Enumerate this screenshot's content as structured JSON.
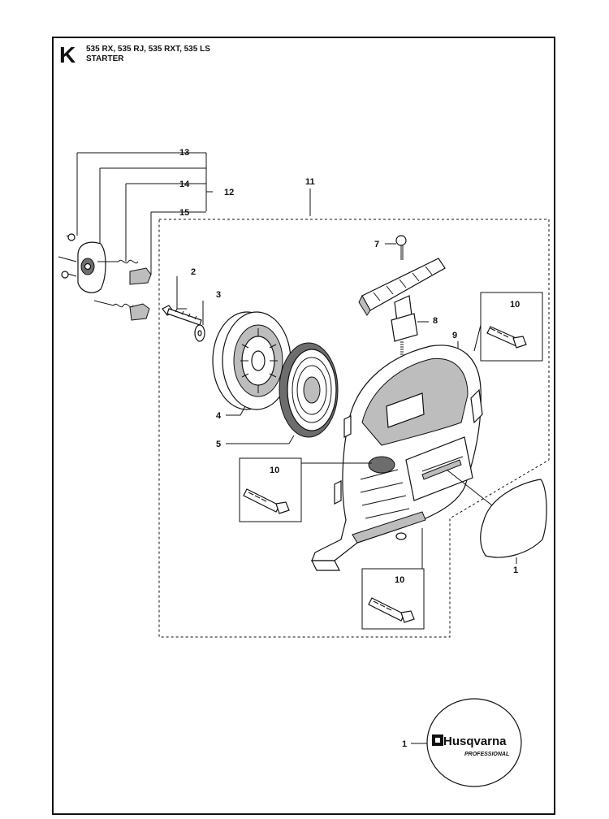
{
  "header": {
    "section_letter": "K",
    "models": "535 RX, 535 RJ, 535 RXT, 535 LS",
    "title": "STARTER"
  },
  "callouts": {
    "c13": "13",
    "c14": "14",
    "c12": "12",
    "c15": "15",
    "c11": "11",
    "c7": "7",
    "c2": "2",
    "c3": "3",
    "c8": "8",
    "c9": "9",
    "c10_top": "10",
    "c4": "4",
    "c5": "5",
    "c10_mid": "10",
    "c1_decal": "1",
    "c10_bottom": "10",
    "c1_logo": "1"
  },
  "logo": {
    "brand": "Husqvarna",
    "subtitle": "PROFESSIONAL"
  },
  "colors": {
    "line": "#111111",
    "shade": "#bdbdbd",
    "dark": "#6d6d6d"
  }
}
